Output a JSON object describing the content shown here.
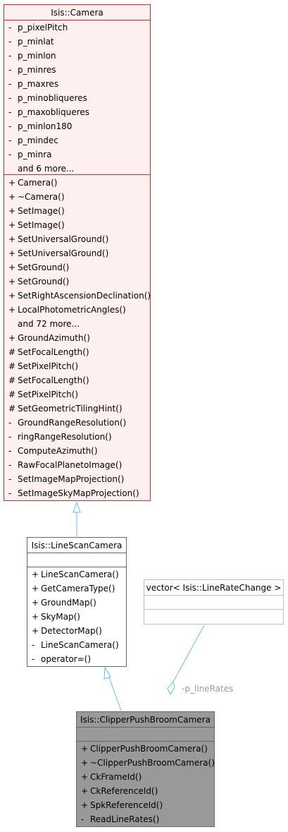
{
  "camera": {
    "title": "Isis::Camera",
    "attributes": [
      {
        "vis": "-",
        "name": "p_pixelPitch"
      },
      {
        "vis": "-",
        "name": "p_minlat"
      },
      {
        "vis": "-",
        "name": "p_minlon"
      },
      {
        "vis": "-",
        "name": "p_minres"
      },
      {
        "vis": "-",
        "name": "p_maxres"
      },
      {
        "vis": "-",
        "name": "p_minobliqueres"
      },
      {
        "vis": "-",
        "name": "p_maxobliqueres"
      },
      {
        "vis": "-",
        "name": "p_minlon180"
      },
      {
        "vis": "-",
        "name": "p_mindec"
      },
      {
        "vis": "-",
        "name": "p_minra"
      }
    ],
    "attributes_more": "and 6 more...",
    "methods_public": [
      {
        "vis": "+",
        "name": "Camera()"
      },
      {
        "vis": "+",
        "name": "~Camera()"
      },
      {
        "vis": "+",
        "name": "SetImage()"
      },
      {
        "vis": "+",
        "name": "SetImage()"
      },
      {
        "vis": "+",
        "name": "SetUniversalGround()"
      },
      {
        "vis": "+",
        "name": "SetUniversalGround()"
      },
      {
        "vis": "+",
        "name": "SetGround()"
      },
      {
        "vis": "+",
        "name": "SetGround()"
      },
      {
        "vis": "+",
        "name": "SetRightAscensionDeclination()"
      },
      {
        "vis": "+",
        "name": "LocalPhotometricAngles()"
      }
    ],
    "methods_more": "and 72 more...",
    "methods_rest": [
      {
        "vis": "+",
        "name": "GroundAzimuth()"
      },
      {
        "vis": "#",
        "name": "SetFocalLength()"
      },
      {
        "vis": "#",
        "name": "SetPixelPitch()"
      },
      {
        "vis": "#",
        "name": "SetFocalLength()"
      },
      {
        "vis": "#",
        "name": "SetPixelPitch()"
      },
      {
        "vis": "#",
        "name": "SetGeometricTilingHint()"
      },
      {
        "vis": "-",
        "name": "GroundRangeResolution()"
      },
      {
        "vis": "-",
        "name": "ringRangeResolution()"
      },
      {
        "vis": "-",
        "name": "ComputeAzimuth()"
      },
      {
        "vis": "-",
        "name": "RawFocalPlanetoImage()"
      },
      {
        "vis": "-",
        "name": "SetImageMapProjection()"
      },
      {
        "vis": "-",
        "name": "SetImageSkyMapProjection()"
      }
    ]
  },
  "linescan": {
    "title": "Isis::LineScanCamera",
    "methods": [
      {
        "vis": "+",
        "name": "LineScanCamera()"
      },
      {
        "vis": "+",
        "name": "GetCameraType()"
      },
      {
        "vis": "+",
        "name": "GroundMap()"
      },
      {
        "vis": "+",
        "name": "SkyMap()"
      },
      {
        "vis": "+",
        "name": "DetectorMap()"
      },
      {
        "vis": "-",
        "name": "LineScanCamera()"
      },
      {
        "vis": "-",
        "name": "operator=()"
      }
    ]
  },
  "vector": {
    "title": "vector< Isis::LineRateChange >"
  },
  "clipper": {
    "title": "Isis::ClipperPushBroomCamera",
    "methods": [
      {
        "vis": "+",
        "name": "ClipperPushBroomCamera()"
      },
      {
        "vis": "+",
        "name": "~ClipperPushBroomCamera()"
      },
      {
        "vis": "+",
        "name": "CkFrameId()"
      },
      {
        "vis": "+",
        "name": "CkReferenceId()"
      },
      {
        "vis": "+",
        "name": "SpkReferenceId()"
      },
      {
        "vis": "-",
        "name": "ReadLineRates()"
      }
    ]
  },
  "edge_label": "-p_lineRates",
  "colors": {
    "camera_border": "#e8262a",
    "camera_fill": "#fff0f0",
    "node_border": "#666666",
    "vector_border": "#bfbfbf",
    "clipper_fill": "#999999",
    "edge": "#63b8ff"
  }
}
